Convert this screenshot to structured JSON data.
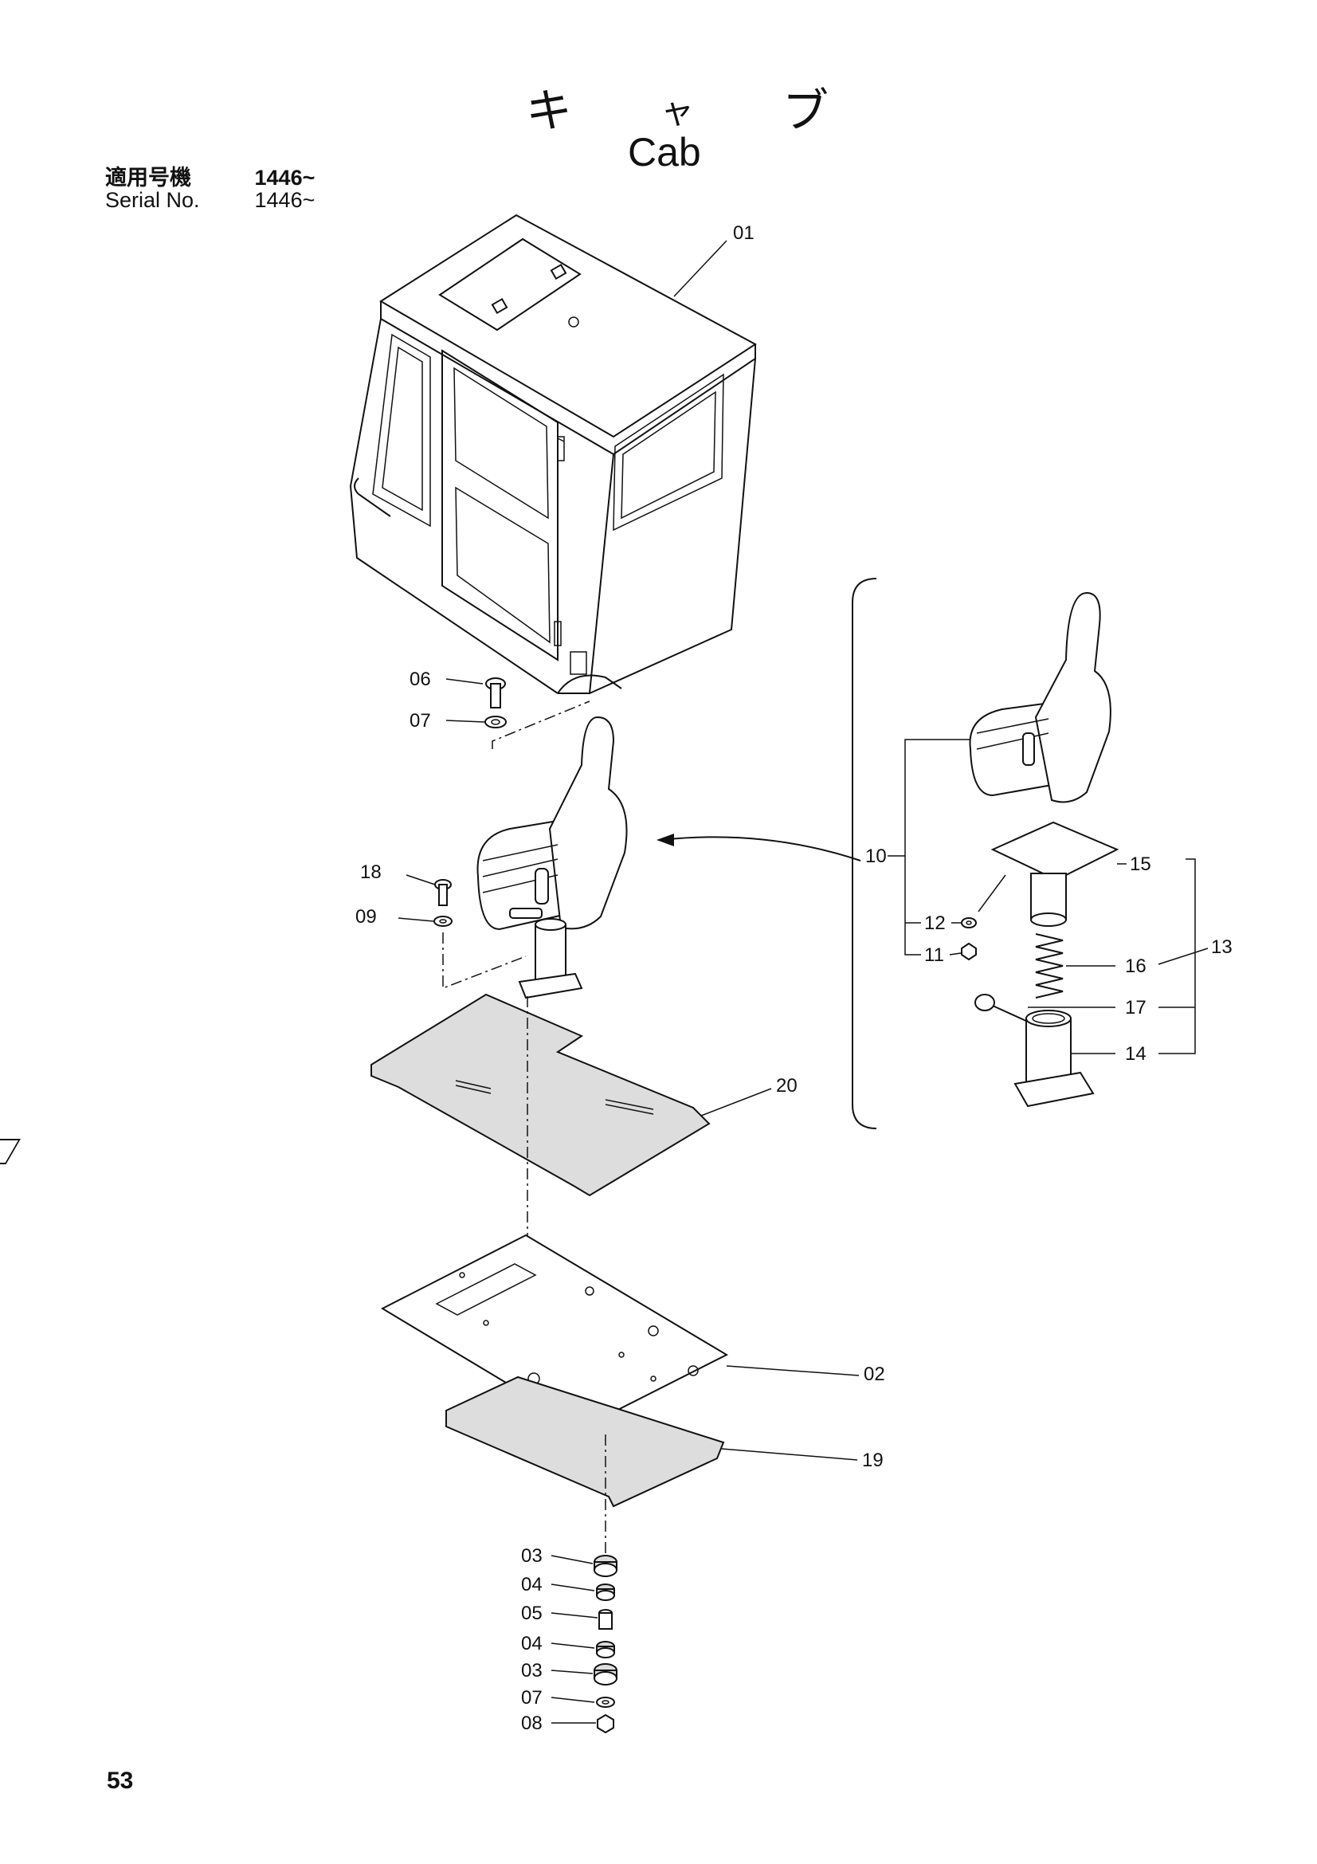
{
  "title": {
    "jp": [
      "キ",
      "ャ",
      "ブ"
    ],
    "en": "Cab"
  },
  "serial": {
    "label_jp": "適用号機",
    "value_jp": "1446~",
    "label_en": "Serial No.",
    "value_en": "1446~"
  },
  "page_number": "53",
  "callouts": {
    "c01": "01",
    "c02": "02",
    "c03a": "03",
    "c03b": "03",
    "c04a": "04",
    "c04b": "04",
    "c05": "05",
    "c06": "06",
    "c07a": "07",
    "c07b": "07",
    "c08": "08",
    "c09": "09",
    "c10": "10",
    "c11": "11",
    "c12": "12",
    "c13": "13",
    "c14": "14",
    "c15": "15",
    "c16": "16",
    "c17": "17",
    "c18": "18",
    "c19": "19",
    "c20": "20"
  }
}
